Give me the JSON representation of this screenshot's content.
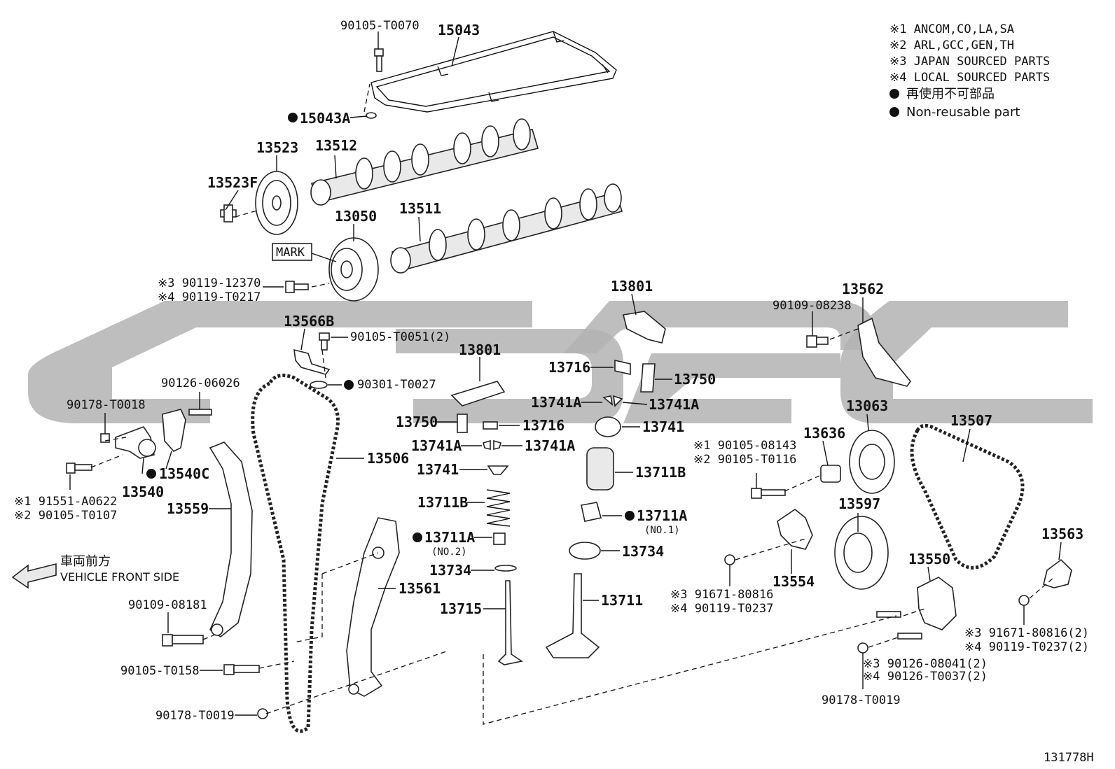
{
  "legend": {
    "notes": [
      "※1 ANCOM,CO,LA,SA",
      "※2 ARL,GCC,GEN,TH",
      "※3 JAPAN SOURCED PARTS",
      "※4 LOCAL SOURCED PARTS"
    ],
    "nonreusable_jp": "再使用不可部品",
    "nonreusable_en": "Non-reusable part"
  },
  "front": {
    "jp": "車両前方",
    "en": "VEHICLE FRONT SIDE"
  },
  "diagram_id": "131778H",
  "mark_label": "MARK",
  "parts": [
    {
      "text": "90105-T0070"
    },
    {
      "text": "15043"
    },
    {
      "text": "15043A",
      "nonreusable": true
    },
    {
      "text": "13523"
    },
    {
      "text": "13512"
    },
    {
      "text": "13523F"
    },
    {
      "text": "13050"
    },
    {
      "text": "13511"
    },
    {
      "text": "※3  90119-12370"
    },
    {
      "text": "※4  90119-T0217"
    },
    {
      "text": "13566B"
    },
    {
      "text": "90105-T0051(2)"
    },
    {
      "text": "90301-T0027",
      "nonreusable": true
    },
    {
      "text": "90126-06026"
    },
    {
      "text": "90178-T0018"
    },
    {
      "text": "13540C",
      "nonreusable": true
    },
    {
      "text": "13540"
    },
    {
      "text": "※1  91551-A0622"
    },
    {
      "text": "※2  90105-T0107"
    },
    {
      "text": "13559"
    },
    {
      "text": "13506"
    },
    {
      "text": "90109-08181"
    },
    {
      "text": "90105-T0158"
    },
    {
      "text": "90178-T0019"
    },
    {
      "text": "13801"
    },
    {
      "text": "13750"
    },
    {
      "text": "13716"
    },
    {
      "text": "13741A"
    },
    {
      "text": "13741A"
    },
    {
      "text": "13741"
    },
    {
      "text": "13711B"
    },
    {
      "text": "13711A",
      "nonreusable": true
    },
    {
      "text": "(NO.2)"
    },
    {
      "text": "13734"
    },
    {
      "text": "13561"
    },
    {
      "text": "13715"
    },
    {
      "text": "13801"
    },
    {
      "text": "13716"
    },
    {
      "text": "13750"
    },
    {
      "text": "13741A"
    },
    {
      "text": "13741A"
    },
    {
      "text": "13741"
    },
    {
      "text": "13711B"
    },
    {
      "text": "13711A",
      "nonreusable": true
    },
    {
      "text": "(NO.1)"
    },
    {
      "text": "13734"
    },
    {
      "text": "13711"
    },
    {
      "text": "90109-08238"
    },
    {
      "text": "13562"
    },
    {
      "text": "13063"
    },
    {
      "text": "13636"
    },
    {
      "text": "※1  90105-08143"
    },
    {
      "text": "※2  90105-T0116"
    },
    {
      "text": "13507"
    },
    {
      "text": "13597"
    },
    {
      "text": "13554"
    },
    {
      "text": "※3  91671-80816"
    },
    {
      "text": "※4  90119-T0237"
    },
    {
      "text": "13550"
    },
    {
      "text": "13563"
    },
    {
      "text": "※3  91671-80816(2)"
    },
    {
      "text": "※4  90119-T0237(2)"
    },
    {
      "text": "※3  90126-08041(2)"
    },
    {
      "text": "※4  90126-T0037(2)"
    },
    {
      "text": "90178-T0019"
    }
  ]
}
